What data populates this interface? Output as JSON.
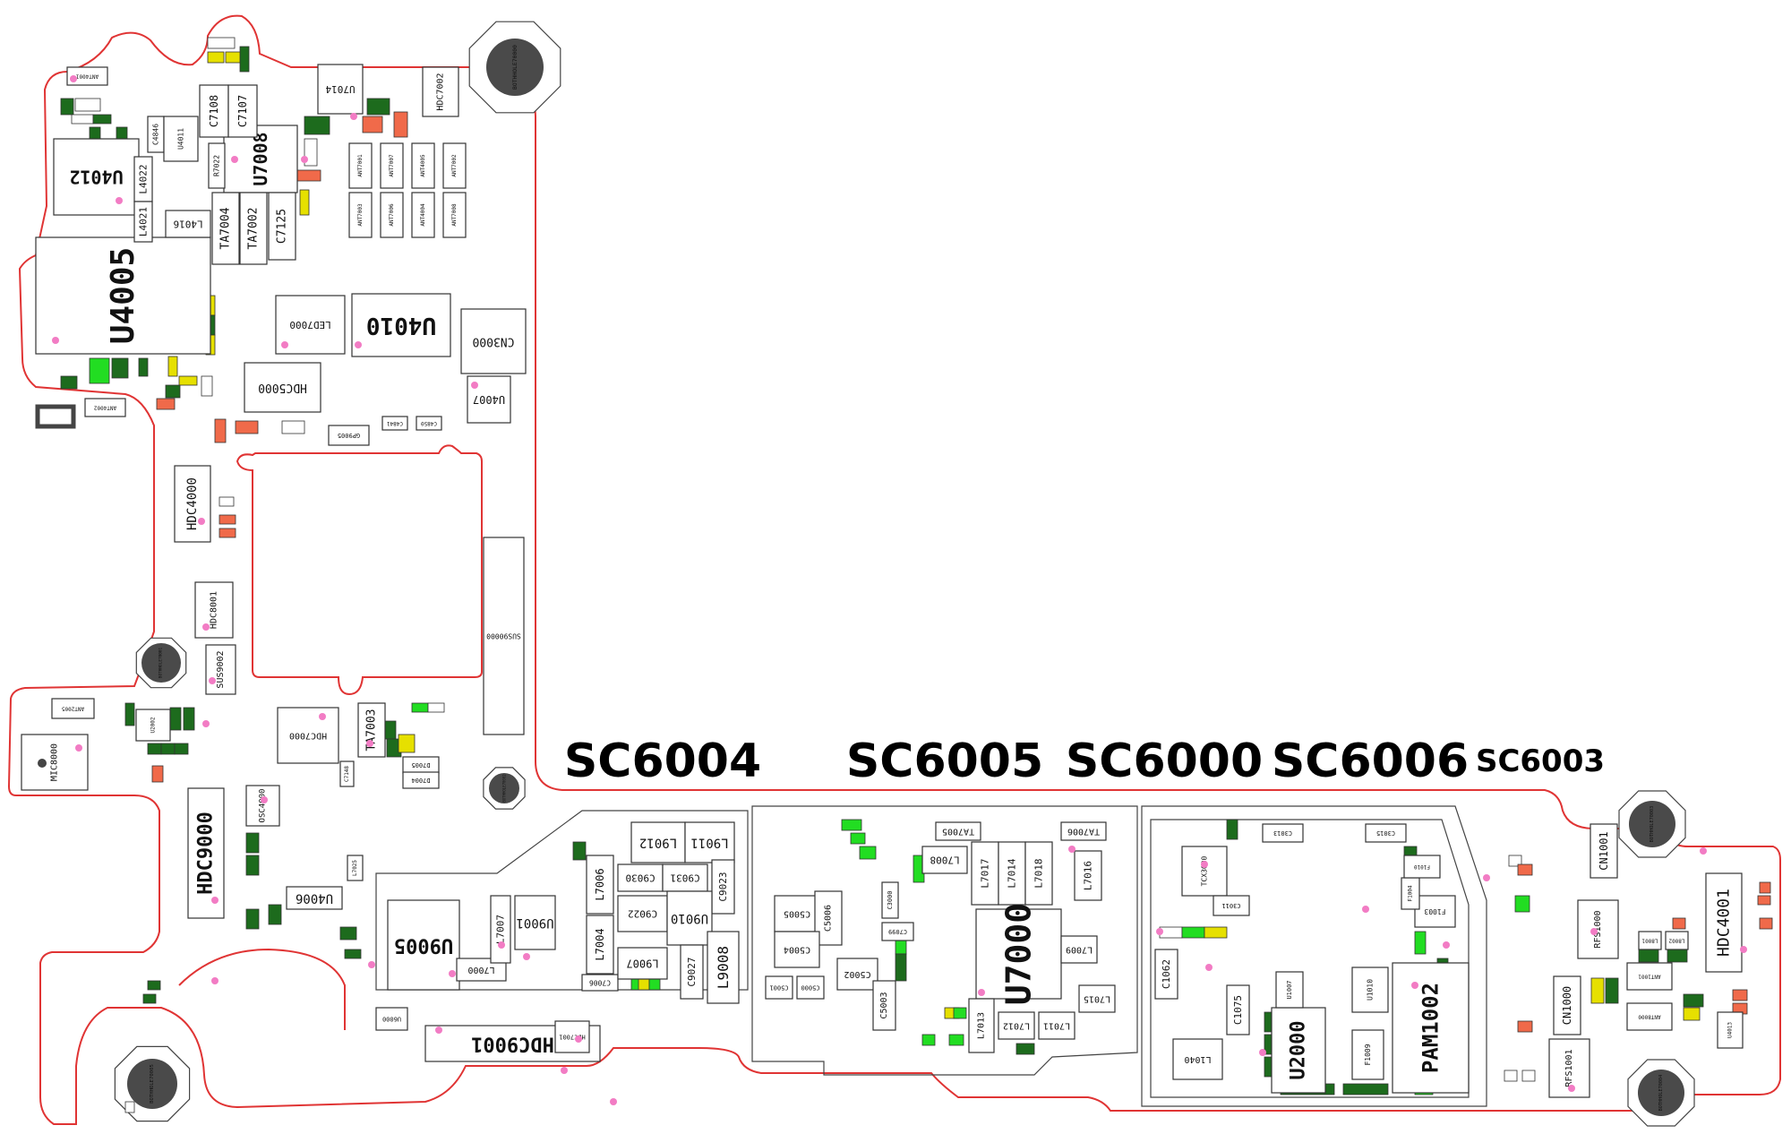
{
  "colors": {
    "outline": "#e03434",
    "green_dark": "#1d6b1d",
    "green_bright": "#22dd22",
    "yellow": "#e6e000",
    "orange": "#f06a4a",
    "pin1_dot": "#f27cc4",
    "bothole": "#4a4a4a"
  },
  "components": [
    {
      "ref": "U4005",
      "fill": "#ffffff"
    },
    {
      "ref": "U4012",
      "fill": "#ffffff"
    },
    {
      "ref": "U7008",
      "fill": "#ffffff"
    },
    {
      "ref": "U7014",
      "fill": "#ffffff"
    },
    {
      "ref": "C7108",
      "fill": "#ffffff"
    },
    {
      "ref": "C7107",
      "fill": "#ffffff"
    },
    {
      "ref": "C4846",
      "fill": "#ffffff"
    },
    {
      "ref": "U4011",
      "fill": "#ffffff"
    },
    {
      "ref": "L4022",
      "fill": "#ffffff"
    },
    {
      "ref": "L4021",
      "fill": "#ffffff"
    },
    {
      "ref": "R7022",
      "fill": "#ffffff"
    },
    {
      "ref": "TA7004",
      "fill": "#ffffff"
    },
    {
      "ref": "TA7002",
      "fill": "#ffffff"
    },
    {
      "ref": "C7125",
      "fill": "#ffffff"
    },
    {
      "ref": "L4016",
      "fill": "#ffffff"
    },
    {
      "ref": "HDC7002",
      "fill": "#ffffff"
    },
    {
      "ref": "ANT7001",
      "fill": "#ffffff"
    },
    {
      "ref": "ANT7007",
      "fill": "#ffffff"
    },
    {
      "ref": "ANT4005",
      "fill": "#ffffff"
    },
    {
      "ref": "ANT7002",
      "fill": "#ffffff"
    },
    {
      "ref": "ANT7003",
      "fill": "#ffffff"
    },
    {
      "ref": "ANT7006",
      "fill": "#ffffff"
    },
    {
      "ref": "ANT4004",
      "fill": "#ffffff"
    },
    {
      "ref": "ANT7008",
      "fill": "#ffffff"
    },
    {
      "ref": "ANT4001",
      "fill": "#ffffff"
    },
    {
      "ref": "ANT4002",
      "fill": "#ffffff"
    },
    {
      "ref": "LED7000",
      "fill": "#ffffff"
    },
    {
      "ref": "U4010",
      "fill": "#ffffff"
    },
    {
      "ref": "CN3000",
      "fill": "#22dd22"
    },
    {
      "ref": "HDC5000",
      "fill": "#22dd22"
    },
    {
      "ref": "U4007",
      "fill": "#ffffff"
    },
    {
      "ref": "GP9005",
      "fill": "#ffffff"
    },
    {
      "ref": "C4841",
      "fill": "#ffffff"
    },
    {
      "ref": "C4850",
      "fill": "#ffffff"
    },
    {
      "ref": "HDC4000",
      "fill": "#ffffff"
    },
    {
      "ref": "HDC8001",
      "fill": "#ffffff"
    },
    {
      "ref": "SUS9002",
      "fill": "#ffffff"
    },
    {
      "ref": "SUS90000",
      "fill": "#ffffff"
    },
    {
      "ref": "MIC8000",
      "fill": "#ffffff"
    },
    {
      "ref": "ANT2005",
      "fill": "#ffffff"
    },
    {
      "ref": "U2002",
      "fill": "#22dd22"
    },
    {
      "ref": "HDC7000",
      "fill": "#ffffff"
    },
    {
      "ref": "TA7003",
      "fill": "#ffffff"
    },
    {
      "ref": "D7005",
      "fill": "#ffffff"
    },
    {
      "ref": "D7004",
      "fill": "#ffffff"
    },
    {
      "ref": "C7148",
      "fill": "#ffffff"
    },
    {
      "ref": "HDC9000",
      "fill": "#ffffff"
    },
    {
      "ref": "OSC4000",
      "fill": "#ffffff"
    },
    {
      "ref": "U4006",
      "fill": "#ffffff"
    },
    {
      "ref": "L7025",
      "fill": "#ffffff"
    },
    {
      "ref": "U9005",
      "fill": "#ffffff"
    },
    {
      "ref": "L7000",
      "fill": "#ffffff"
    },
    {
      "ref": "L7007",
      "fill": "#ffffff"
    },
    {
      "ref": "U9001",
      "fill": "#ffffff"
    },
    {
      "ref": "L7006",
      "fill": "#ffffff"
    },
    {
      "ref": "L7004",
      "fill": "#ffffff"
    },
    {
      "ref": "C7006",
      "fill": "#ffffff"
    },
    {
      "ref": "L9012",
      "fill": "#ffffff"
    },
    {
      "ref": "L9011",
      "fill": "#ffffff"
    },
    {
      "ref": "C9030",
      "fill": "#ffffff"
    },
    {
      "ref": "C9031",
      "fill": "#ffffff"
    },
    {
      "ref": "C9023",
      "fill": "#ffffff"
    },
    {
      "ref": "C9022",
      "fill": "#ffffff"
    },
    {
      "ref": "U9010",
      "fill": "#ffffff"
    },
    {
      "ref": "L9007",
      "fill": "#ffffff"
    },
    {
      "ref": "C9027",
      "fill": "#ffffff"
    },
    {
      "ref": "L9008",
      "fill": "#ffffff"
    },
    {
      "ref": "HDC9001",
      "fill": "#ffffff"
    },
    {
      "ref": "U6000",
      "fill": "#ffffff"
    },
    {
      "ref": "HDC7001",
      "fill": "#ffffff"
    },
    {
      "ref": "TA7005",
      "fill": "#ffffff"
    },
    {
      "ref": "TA7006",
      "fill": "#ffffff"
    },
    {
      "ref": "L7008",
      "fill": "#ffffff"
    },
    {
      "ref": "L7017",
      "fill": "#ffffff"
    },
    {
      "ref": "L7014",
      "fill": "#ffffff"
    },
    {
      "ref": "L7018",
      "fill": "#ffffff"
    },
    {
      "ref": "L7016",
      "fill": "#ffffff"
    },
    {
      "ref": "C5005",
      "fill": "#ffffff"
    },
    {
      "ref": "C5006",
      "fill": "#ffffff"
    },
    {
      "ref": "C5004",
      "fill": "#ffffff"
    },
    {
      "ref": "C5002",
      "fill": "#ffffff"
    },
    {
      "ref": "C5003",
      "fill": "#ffffff"
    },
    {
      "ref": "C5001",
      "fill": "#ffffff"
    },
    {
      "ref": "C5000",
      "fill": "#ffffff"
    },
    {
      "ref": "C7099",
      "fill": "#ffffff"
    },
    {
      "ref": "C3000",
      "fill": "#ffffff"
    },
    {
      "ref": "U7000",
      "fill": "#ffffff"
    },
    {
      "ref": "L7009",
      "fill": "#ffffff"
    },
    {
      "ref": "L7015",
      "fill": "#ffffff"
    },
    {
      "ref": "L7013",
      "fill": "#ffffff"
    },
    {
      "ref": "L7012",
      "fill": "#ffffff"
    },
    {
      "ref": "L7011",
      "fill": "#ffffff"
    },
    {
      "ref": "TCX3000",
      "fill": "#ffffff"
    },
    {
      "ref": "C3011",
      "fill": "#ffffff"
    },
    {
      "ref": "C3013",
      "fill": "#ffffff"
    },
    {
      "ref": "C3015",
      "fill": "#ffffff"
    },
    {
      "ref": "C1062",
      "fill": "#ffffff"
    },
    {
      "ref": "C1075",
      "fill": "#ffffff"
    },
    {
      "ref": "L1040",
      "fill": "#ffffff"
    },
    {
      "ref": "U2000",
      "fill": "#22dd22"
    },
    {
      "ref": "U1007",
      "fill": "#ffffff"
    },
    {
      "ref": "U1010",
      "fill": "#ffffff"
    },
    {
      "ref": "F1009",
      "fill": "#ffffff"
    },
    {
      "ref": "F1003",
      "fill": "#ffffff"
    },
    {
      "ref": "F1004",
      "fill": "#ffffff"
    },
    {
      "ref": "F1010",
      "fill": "#ffffff"
    },
    {
      "ref": "PAM1002",
      "fill": "#ffffff"
    },
    {
      "ref": "CN1001",
      "fill": "#22dd22"
    },
    {
      "ref": "RFS1000",
      "fill": "#ffffff"
    },
    {
      "ref": "L8001",
      "fill": "#ffffff"
    },
    {
      "ref": "L8002",
      "fill": "#ffffff"
    },
    {
      "ref": "HDC4001",
      "fill": "#ffffff"
    },
    {
      "ref": "ANT1001",
      "fill": "#ffffff"
    },
    {
      "ref": "CN1000",
      "fill": "#22dd22"
    },
    {
      "ref": "ANT8000",
      "fill": "#ffffff"
    },
    {
      "ref": "RFS1001",
      "fill": "#ffffff"
    },
    {
      "ref": "U4013",
      "fill": "#ffffff"
    }
  ],
  "overlay_labels": [
    "SC6004",
    "SC6005",
    "SC6000",
    "SC6006",
    "SC6003"
  ],
  "boltholes": [
    "BOTHHOLE70000",
    "BOTHHOLE70001",
    "BOTHHOLE70002",
    "BOTHHOLE70003",
    "BOTHHOLE70004",
    "BOTHHOLE70005"
  ]
}
